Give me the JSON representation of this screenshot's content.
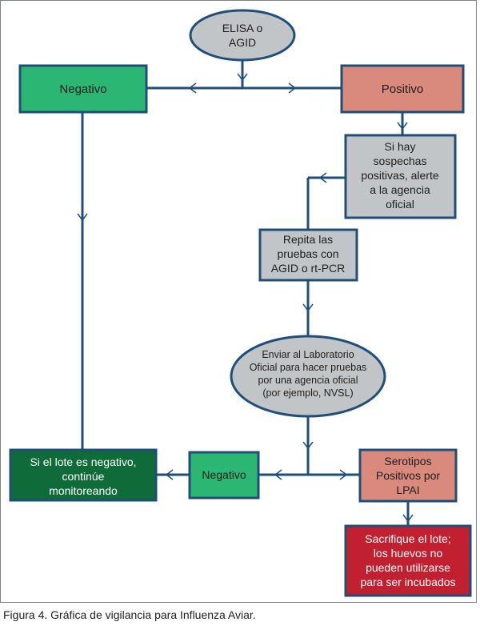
{
  "colors": {
    "line": "#1f4e79",
    "green": "#2bb673",
    "dark_green": "#0f6b3a",
    "salmon": "#d98a7c",
    "gray": "#c2c5c8",
    "red": "#c0202f"
  },
  "nodes": {
    "start": {
      "lines": [
        "ELISA o",
        "AGID"
      ]
    },
    "negative_top": {
      "label": "Negativo"
    },
    "positive_top": {
      "label": "Positivo"
    },
    "alert": {
      "lines": [
        "Si hay",
        "sospechas",
        "positivas, alerte",
        "a la agencia",
        "oficial"
      ]
    },
    "repeat": {
      "lines": [
        "Repita las",
        "pruebas con",
        "AGID o rt-PCR"
      ]
    },
    "lab": {
      "lines": [
        "Enviar al Laboratorio",
        "Oficial para hacer pruebas",
        "por una agencia oficial",
        "(por ejemplo, NVSL)"
      ]
    },
    "monitor": {
      "lines": [
        "Si el lote es negativo,",
        "continúe",
        "monitoreando"
      ]
    },
    "negative_mid": {
      "label": "Negativo"
    },
    "serotypes": {
      "lines": [
        "Serotipos",
        "Positivos por",
        "LPAI"
      ]
    },
    "sacrifice": {
      "lines": [
        "Sacrifique el lote;",
        "los huevos no",
        "pueden utilizarse",
        "para ser incubados"
      ]
    }
  },
  "caption": "Figura 4. Gráfica de vigilancia para Influenza Aviar."
}
